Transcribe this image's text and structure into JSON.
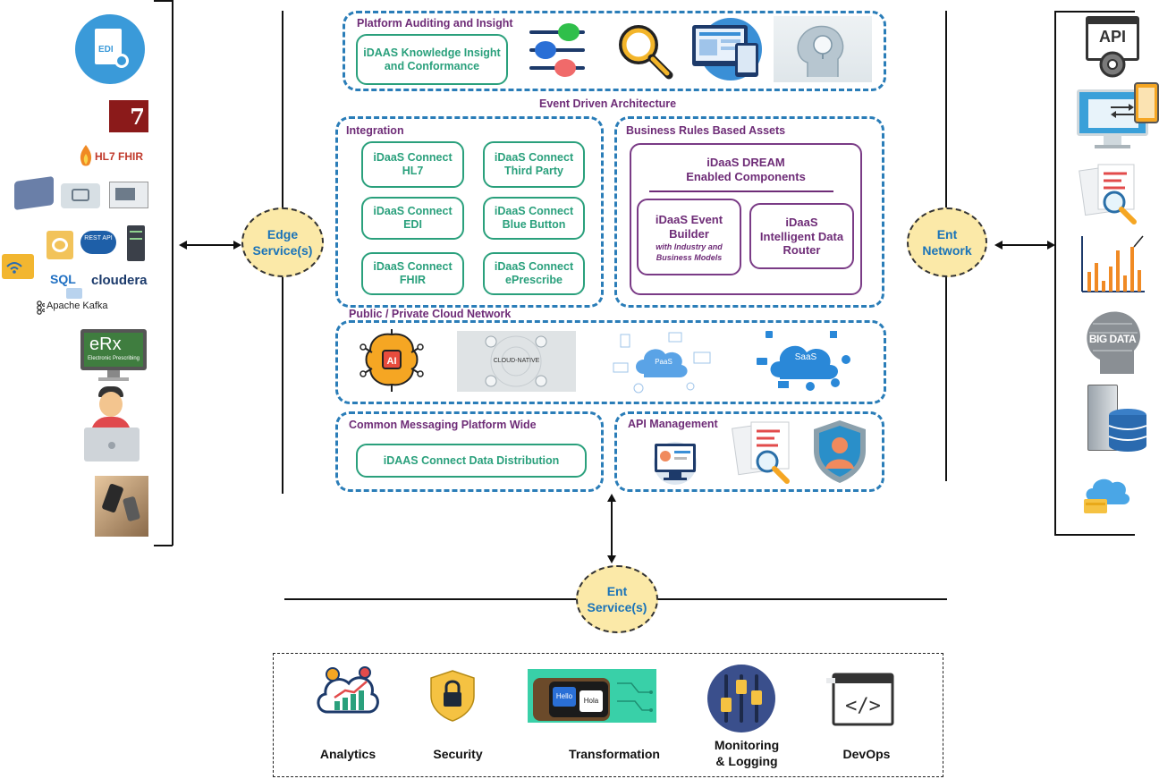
{
  "top_section": {
    "title": "Platform Auditing and Insight",
    "knowledge_box": "iDAAS Knowledge Insight and Conformance"
  },
  "event_driven_label": "Event Driven Architecture",
  "integration": {
    "title": "Integration",
    "connectors": [
      "iDaaS Connect HL7",
      "iDaaS Connect Third Party",
      "iDaaS Connect EDI",
      "iDaaS Connect Blue Button",
      "iDaaS Connect FHIR",
      "iDaaS Connect ePrescribe"
    ]
  },
  "business_rules": {
    "title": "Business Rules Based Assets",
    "dream_line1": "iDaaS DREAM",
    "dream_line2": "Enabled Components",
    "event_builder_title": "iDaaS Event Builder",
    "event_builder_sub": "with Industry and Business Models",
    "router": "iDaaS Intelligent Data Router"
  },
  "cloud_network": {
    "title": "Public / Private Cloud Network",
    "ai_label": "AI",
    "cloud_native": "CLOUD-NATIVE",
    "paas": "PaaS",
    "saas": "SaaS"
  },
  "messaging": {
    "title": "Common Messaging Platform Wide",
    "box": "iDAAS Connect Data Distribution"
  },
  "api_mgmt": {
    "title": "API Management"
  },
  "edge": {
    "line1": "Edge",
    "line2": "Service(s)"
  },
  "ent_network": {
    "line1": "Ent",
    "line2": "Network"
  },
  "ent_services": {
    "line1": "Ent",
    "line2": "Service(s)"
  },
  "left_sources": {
    "edi": "EDI",
    "hl7": "7",
    "hl7_fhir": "HL7 FHIR",
    "rest_api": "REST API",
    "sql": "SQL",
    "cloudera": "cloudera",
    "kafka": "Apache Kafka",
    "erx": "eRx",
    "erx_sub": "Electronic Prescribing"
  },
  "right_targets": {
    "api": "API",
    "big_data": "BIG DATA"
  },
  "bottom_services": {
    "analytics": "Analytics",
    "security": "Security",
    "transformation": "Transformation",
    "transformation_hello": "Hello",
    "transformation_hola": "Hola",
    "monitoring_line1": "Monitoring",
    "monitoring_line2": "& Logging",
    "devops": "DevOps"
  },
  "colors": {
    "dashed_border": "#2a7db8",
    "section_title": "#6e2c77",
    "connector_green": "#2aa07c",
    "ellipse_fill": "#fbe9a8",
    "ellipse_text": "#1a73b8"
  }
}
